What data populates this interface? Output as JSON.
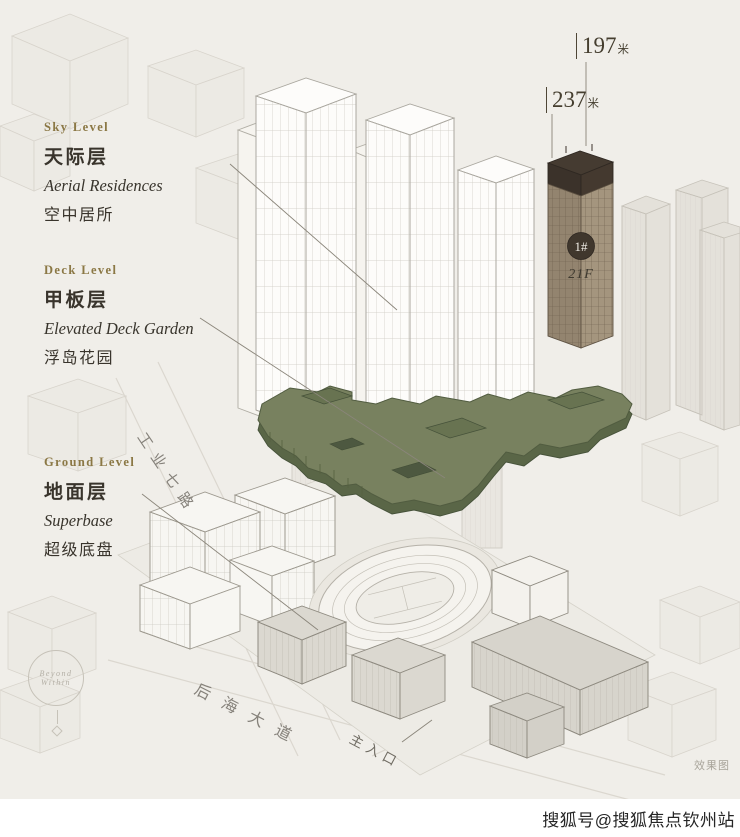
{
  "meta": {
    "watermark": "搜狐号@搜狐焦点钦州站",
    "render_note": "效果图"
  },
  "levels": {
    "sky": {
      "tag": "Sky Level",
      "title_cn": "天际层",
      "desc_en": "Aerial Residences",
      "desc_cn": "空中居所"
    },
    "deck": {
      "tag": "Deck Level",
      "title_cn": "甲板层",
      "desc_en": "Elevated Deck Garden",
      "desc_cn": "浮岛花园"
    },
    "ground": {
      "tag": "Ground Level",
      "title_cn": "地面层",
      "desc_en": "Superbase",
      "desc_cn": "超级底盘"
    }
  },
  "tower": {
    "badge": "1#",
    "floors": "21F",
    "heights": {
      "outer": "197",
      "inner": "237",
      "unit": "米"
    }
  },
  "roads": {
    "west": "工业七路",
    "south": "后海大道",
    "entrance": "主入口"
  },
  "emblem": {
    "top": "Beyond",
    "bottom": "Within"
  },
  "colors": {
    "background": "#f0eee9",
    "accent_gold": "#8b7845",
    "deck_green": "#78815f",
    "tower_dark": "#453b31"
  }
}
